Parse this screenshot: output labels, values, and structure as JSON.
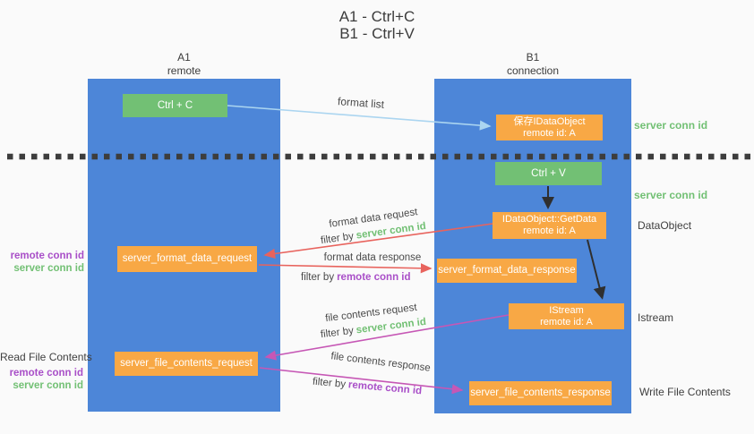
{
  "title": {
    "line1": "A1 - Ctrl+C",
    "line2": "B1 - Ctrl+V"
  },
  "columns": {
    "a1": {
      "name": "A1",
      "subtitle": "remote"
    },
    "b1": {
      "name": "B1",
      "subtitle": "connection"
    }
  },
  "nodes": {
    "ctrl_c": {
      "label": "Ctrl + C"
    },
    "save_idataobject": {
      "line1": "保存IDataObject",
      "line2": "remote id: A"
    },
    "ctrl_v": {
      "label": "Ctrl + V"
    },
    "getdata": {
      "line1": "IDataObject::GetData",
      "line2": "remote id: A"
    },
    "format_request": {
      "label": "server_format_data_request"
    },
    "format_response": {
      "label": "server_format_data_response"
    },
    "istream": {
      "line1": "IStream",
      "line2": "remote id: A"
    },
    "file_request": {
      "label": "server_file_contents_request"
    },
    "file_response": {
      "label": "server_file_contents_response"
    }
  },
  "arrow_labels": {
    "format_list": "format list",
    "format_data_request": "format data request",
    "format_data_response": "format data response",
    "file_contents_request": "file contents request",
    "file_contents_response": "file contents response",
    "filter_by": "filter by",
    "server_conn_id": "server conn id",
    "remote_conn_id": "remote conn id"
  },
  "side_labels": {
    "right_server_conn_id_top": "server conn id",
    "right_server_conn_id_mid": "server conn id",
    "right_dataobject": "DataObject",
    "right_istream": "Istream",
    "right_write_file_contents": "Write File Contents",
    "left_remote_conn_id_top": "remote conn id",
    "left_server_conn_id_top": "server conn id",
    "left_read_file_contents": "Read File Contents",
    "left_remote_conn_id_bottom": "remote conn id",
    "left_server_conn_id_bottom": "server conn id"
  },
  "colors": {
    "column_blue": "#4d86d8",
    "green": "#72c074",
    "orange": "#f8a845",
    "red_arrow": "#e8635d",
    "magenta_arrow": "#c657b5",
    "purple_text": "#a94fc8",
    "light_blue_arrow": "#abd5f0",
    "black_arrow": "#2f2f2f"
  }
}
